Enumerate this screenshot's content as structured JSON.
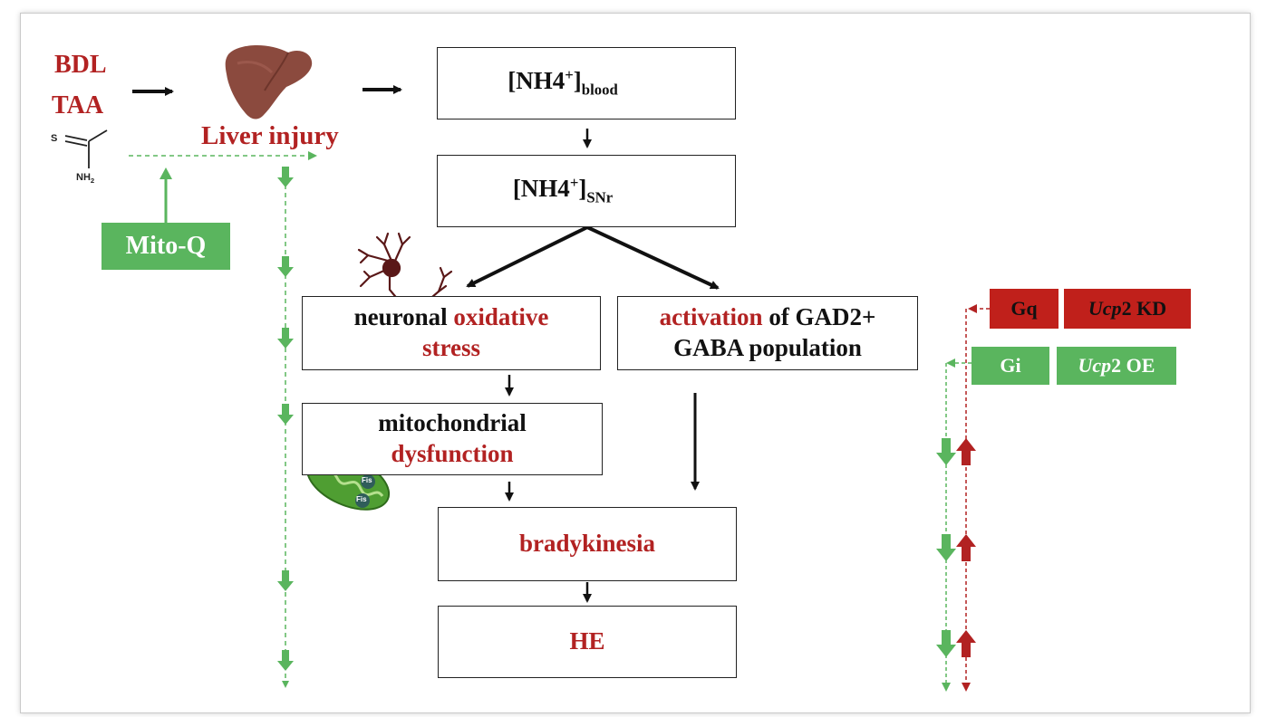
{
  "colors": {
    "red": "#b22222",
    "green": "#5ab55e",
    "black": "#111111"
  },
  "inducers": {
    "bdl": "BDL",
    "taa": "TAA",
    "taa_atom_s": "S",
    "taa_atom_nh2": "NH2"
  },
  "liver_label": "Liver injury",
  "treatment": {
    "mito_q": "Mito-Q"
  },
  "boxes": {
    "nh4_blood": {
      "main": "[NH4",
      "sup": "+",
      "close": "]",
      "sub": "blood"
    },
    "nh4_snr": {
      "main": "[NH4",
      "sup": "+",
      "close": "]",
      "sub": "SNr"
    },
    "oxidative": {
      "line1_black": "neuronal ",
      "line1_red": "oxidative",
      "line2_red": "stress"
    },
    "gaba": {
      "line1_red": "activation",
      "line1_black": " of GAD2+",
      "line2": "GABA population"
    },
    "mito_dys": {
      "line1": "mitochondrial",
      "line2_red": "dysfunction"
    },
    "bradykinesia": "bradykinesia",
    "he": "HE"
  },
  "mito_icon_label": "Fis",
  "tags": {
    "gq": "Gq",
    "ucp2_kd_italic": "Ucp",
    "ucp2_kd_rest": "2 KD",
    "gi": "Gi",
    "ucp2_oe_italic": "Ucp",
    "ucp2_oe_rest": "2 OE"
  },
  "icons": [
    "liver-icon",
    "neuron-icon",
    "mitochondria-icon",
    "up-arrow-icon",
    "down-arrow-icon",
    "right-arrow-icon"
  ]
}
